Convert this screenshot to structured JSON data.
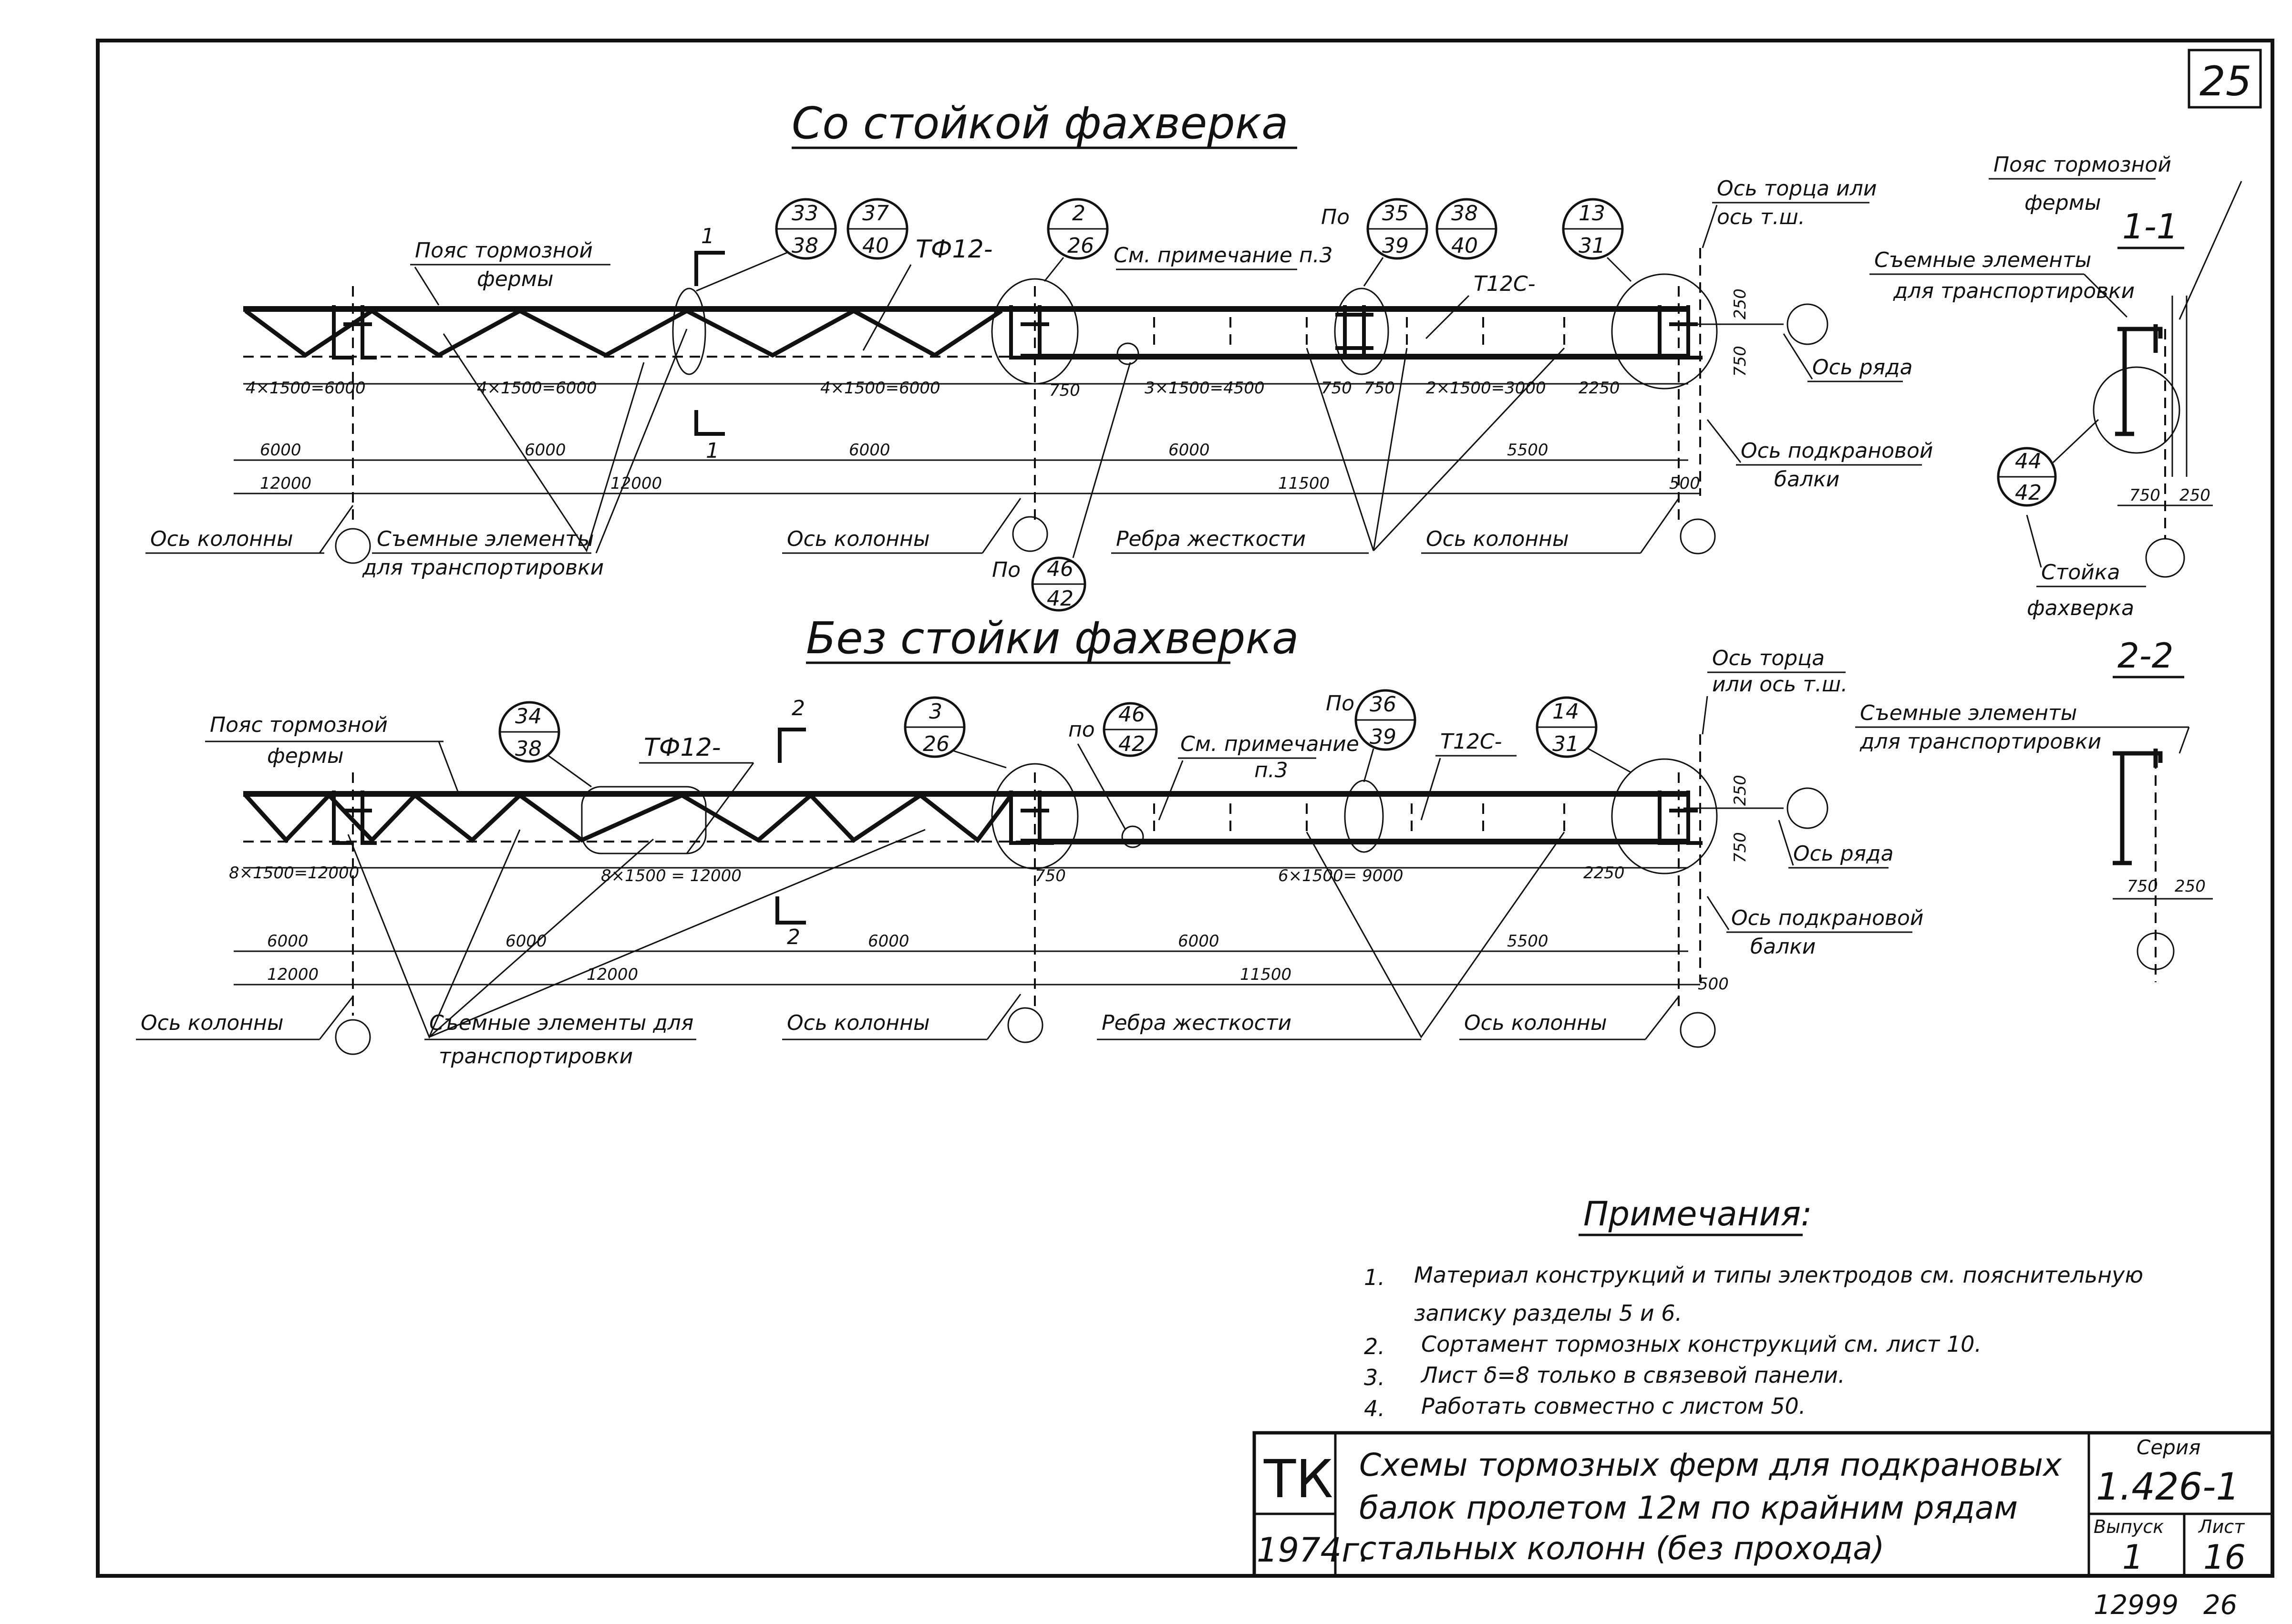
{
  "sheet": {
    "page_number": "25",
    "serial_number": "12999",
    "serial_sheet": "26"
  },
  "top_section": {
    "title": "Со стойкой фахверка",
    "chord_label_1": "Пояс тормозной",
    "chord_label_2": "фермы",
    "truss_mark": "ТФ12-",
    "beam_mark": "Т12С-",
    "callout_33_38": [
      "33",
      "38"
    ],
    "callout_37_40": [
      "37",
      "40"
    ],
    "callout_2_26": [
      "2",
      "26"
    ],
    "po_1": "По",
    "callout_35_39": [
      "35",
      "39"
    ],
    "callout_38_40": [
      "38",
      "40"
    ],
    "callout_13_31": [
      "13",
      "31"
    ],
    "po_2": "По",
    "callout_46_42": [
      "46",
      "42"
    ],
    "note_ref": "См. примечание п.3",
    "end_axis_1": "Ось торца или",
    "end_axis_2": "ось т.ш.",
    "row_axis": "Ось ряда",
    "crane_axis_1": "Ось подкрановой",
    "crane_axis_2": "балки",
    "column_axis_left": "Ось колонны",
    "column_axis_mid": "Ось колонны",
    "column_axis_right": "Ось колонны",
    "removable_1": "Съемные элементы",
    "removable_2": "для транспортировки",
    "stiffeners": "Ребра жесткости",
    "cut_mark_top": "1",
    "cut_mark_bottom": "1",
    "dims_panel": [
      "4×1500=6000",
      "4×1500=6000",
      "4×1500=6000",
      "750",
      "3×1500=4500",
      "750",
      "750",
      "2×1500=3000",
      "2250"
    ],
    "dims_row1": [
      "6000",
      "6000",
      "6000",
      "6000",
      "5500"
    ],
    "dims_row2": [
      "12000",
      "12000",
      "11500",
      "500"
    ],
    "dim_250": "250",
    "dim_750": "750"
  },
  "section_1": {
    "title": "1-1",
    "chord_1": "Пояс тормозной",
    "chord_2": "фермы",
    "removable_1": "Съемные элементы",
    "removable_2": "для транспортировки",
    "callout": [
      "44",
      "42"
    ],
    "post_1": "Стойка",
    "post_2": "фахверка",
    "dim_750": "750",
    "dim_250": "250"
  },
  "bottom_section": {
    "title": "Без стойки фахверка",
    "chord_label_1": "Пояс тормозной",
    "chord_label_2": "фермы",
    "truss_mark": "ТФ12-",
    "beam_mark": "Т12С-",
    "callout_34_38": [
      "34",
      "38"
    ],
    "callout_3_26": [
      "3",
      "26"
    ],
    "po_1": "по",
    "callout_46_42": [
      "46",
      "42"
    ],
    "note_ref_1": "См. примечание",
    "note_ref_2": "п.3",
    "po_2": "По",
    "callout_36_39": [
      "36",
      "39"
    ],
    "callout_14_31": [
      "14",
      "31"
    ],
    "end_axis_1": "Ось торца",
    "end_axis_2": "или ось т.ш.",
    "row_axis": "Ось ряда",
    "crane_axis_1": "Ось подкрановой",
    "crane_axis_2": "балки",
    "column_axis_left": "Ось колонны",
    "column_axis_mid": "Ось колонны",
    "column_axis_right": "Ось колонны",
    "removable_1": "Съемные элементы для",
    "removable_2": "транспортировки",
    "stiffeners": "Ребра жесткости",
    "cut_mark_top": "2",
    "cut_mark_bottom": "2",
    "dims_panel": [
      "8×1500=12000",
      "8×1500 = 12000",
      "750",
      "6×1500= 9000",
      "2250"
    ],
    "dims_row1": [
      "6000",
      "6000",
      "6000",
      "6000",
      "5500"
    ],
    "dims_row2": [
      "12000",
      "12000",
      "11500",
      "500"
    ],
    "dim_250": "250",
    "dim_750": "750"
  },
  "section_2": {
    "title": "2-2",
    "removable_1": "Съемные элементы",
    "removable_2": "для транспортировки",
    "dim_750": "750",
    "dim_250": "250"
  },
  "notes": {
    "heading": "Примечания:",
    "items": [
      {
        "num": "1.",
        "line1": "Материал конструкций и типы электродов см. пояснительную",
        "line2": "записку разделы 5 и 6."
      },
      {
        "num": "2.",
        "line1": "Сортамент тормозных конструкций см. лист 10.",
        "line2": ""
      },
      {
        "num": "3.",
        "line1": "Лист δ=8 только в связевой панели.",
        "line2": ""
      },
      {
        "num": "4.",
        "line1": "Работать совместно с листом 50.",
        "line2": ""
      }
    ]
  },
  "title_block": {
    "org": "ТК",
    "year": "1974г.",
    "title_line1": "Схемы тормозных ферм для подкрановых",
    "title_line2": "балок пролетом 12м по крайним рядам",
    "title_line3": "стальных колонн (без прохода)",
    "series_label": "Серия",
    "series_value": "1.426-1",
    "issue_label": "Выпуск",
    "issue_value": "1",
    "sheet_label": "Лист",
    "sheet_value": "16"
  }
}
